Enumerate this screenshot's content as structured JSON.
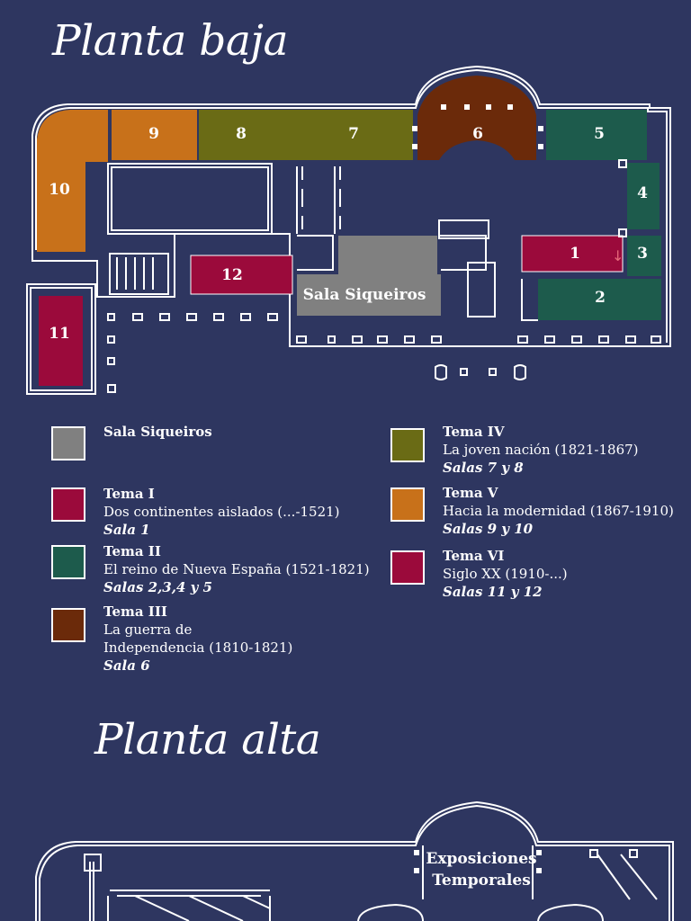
{
  "planta_baja": {
    "title": "Planta baja",
    "sala_siqueiros_label": "Sala Siqueiros",
    "rooms": {
      "r1": "1",
      "r2": "2",
      "r3": "3",
      "r4": "4",
      "r5": "5",
      "r6": "6",
      "r7": "7",
      "r8": "8",
      "r9": "9",
      "r10": "10",
      "r11": "11",
      "r12": "12"
    }
  },
  "colors": {
    "background": "#2e3660",
    "siqueiros": "#808080",
    "tema1": "#9b0a3b",
    "tema2": "#1d5b4c",
    "tema3": "#6b2a0a",
    "tema4": "#6a6b15",
    "tema5": "#c8711a",
    "tema6": "#9b0a3b"
  },
  "legend": {
    "siqueiros": {
      "title": "Sala Siqueiros"
    },
    "tema1": {
      "title": "Tema I",
      "desc": "Dos continentes aislados (...-1521)",
      "salas": "Sala 1"
    },
    "tema2": {
      "title": "Tema II",
      "desc": "El reino de Nueva España (1521-1821)",
      "salas": "Salas 2,3,4 y 5"
    },
    "tema3": {
      "title": "Tema III",
      "desc1": "La guerra de",
      "desc2": "Independencia (1810-1821)",
      "salas": "Sala 6"
    },
    "tema4": {
      "title": "Tema IV",
      "desc": "La joven nación (1821-1867)",
      "salas": "Salas 7 y 8"
    },
    "tema5": {
      "title": "Tema V",
      "desc": "Hacia la modernidad (1867-1910)",
      "salas": "Salas 9 y 10"
    },
    "tema6": {
      "title": "Tema VI",
      "desc": "Siglo XX (1910-...)",
      "salas": "Salas 11 y 12"
    }
  },
  "planta_alta": {
    "title": "Planta alta",
    "exposiciones_line1": "Exposiciones",
    "exposiciones_line2": "Temporales"
  }
}
